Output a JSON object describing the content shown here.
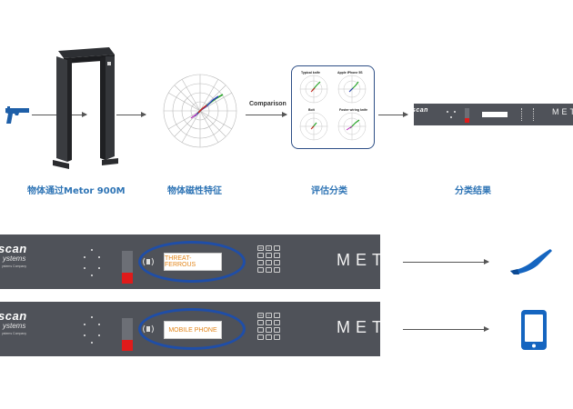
{
  "flow": {
    "comparison_label": "Comparison",
    "captions": [
      "物体通过Metor 900M",
      "物体磁性特征",
      "评估分类",
      "分类结果"
    ],
    "eval_panel": {
      "cell_titles": [
        "Typical knife",
        "Apple iPhone 5S",
        "Bolt",
        "Foster wiring knife"
      ]
    },
    "device_logo": "scan"
  },
  "results": [
    {
      "logo": "scan",
      "logo_sub": "ystems",
      "logo_tiny": "ystems Company",
      "display": "THREAT-FERROUS",
      "met_text": "MET",
      "keys": [
        "OK",
        "C",
        "",
        "",
        "",
        "",
        "",
        "",
        "",
        "",
        "",
        ""
      ],
      "icon": "knife-icon"
    },
    {
      "logo": "scan",
      "logo_sub": "ystems",
      "logo_tiny": "ystems Company",
      "display": "MOBILE PHONE",
      "met_text": "MET",
      "keys": [
        "OK",
        "C",
        "",
        "",
        "",
        "",
        "",
        "",
        "",
        "",
        "",
        ""
      ],
      "icon": "mobile-phone-icon"
    }
  ],
  "colors": {
    "caption_blue": "#2e74b5",
    "unit_gray": "#4f5259",
    "ellipse_blue": "#1f4ea8",
    "display_orange": "#e3861a",
    "icon_blue": "#1565c0"
  }
}
